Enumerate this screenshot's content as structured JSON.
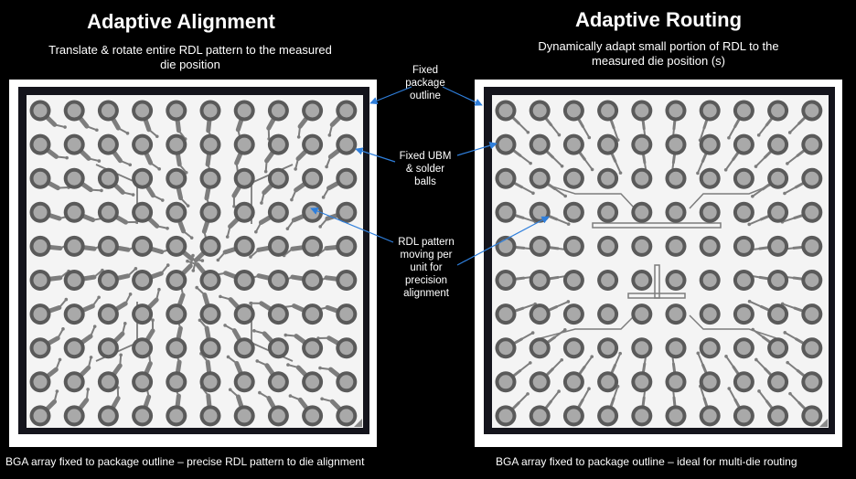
{
  "left": {
    "title": "Adaptive Alignment",
    "subtitle_line1": "Translate & rotate entire RDL pattern to the measured",
    "subtitle_line2": "die position",
    "caption": "BGA array fixed to package outline – precise RDL pattern to die alignment"
  },
  "right": {
    "title": "Adaptive Routing",
    "subtitle_line1": "Dynamically adapt small portion of RDL to the",
    "subtitle_line2": "measured die position (s)",
    "caption": "BGA array fixed to package outline – ideal for multi-die routing"
  },
  "callouts": [
    {
      "lines": [
        "Fixed",
        "package",
        "outline"
      ]
    },
    {
      "lines": [
        "Fixed UBM",
        "& solder",
        "balls"
      ]
    },
    {
      "lines": [
        "RDL pattern",
        "moving per",
        "unit for",
        "precision",
        "alignment"
      ]
    }
  ],
  "colors": {
    "background": "#000000",
    "package_border": "#14141c",
    "substrate": "#f4f4f4",
    "ball_ring": "#5a5a5a",
    "ball_center": "#a9a9a9",
    "trace": "#7d7d7d",
    "arrow": "#2f7fdc"
  }
}
